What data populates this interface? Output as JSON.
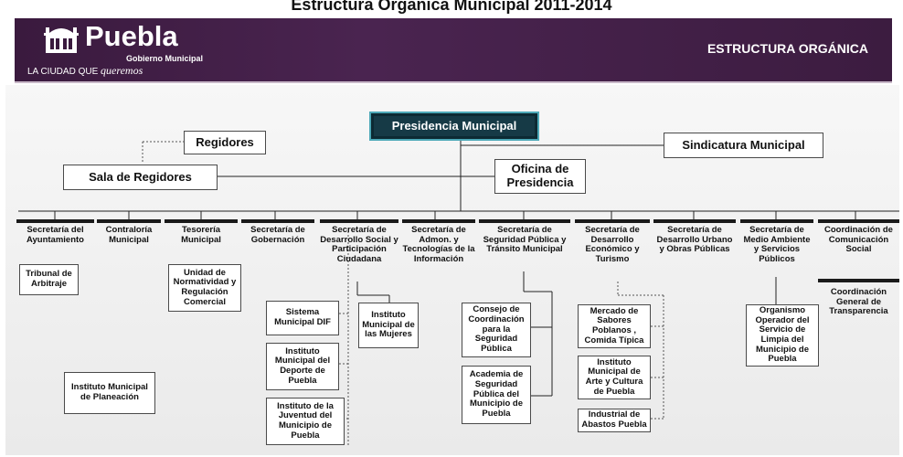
{
  "page_title": "Estructura Organica Municipal 2011-2014",
  "header": {
    "logo_name": "Puebla",
    "logo_sub": "Gobierno Municipal",
    "tagline_prefix": "LA CIUDAD QUE",
    "tagline_script": "queremos",
    "title": "ESTRUCTURA ORGÁNICA"
  },
  "colors": {
    "header_bg": "#3a1a3e",
    "presidency_bg": "#163a46",
    "presidency_border": "#4da9b8"
  },
  "top": {
    "presidencia": "Presidencia Municipal",
    "regidores": "Regidores",
    "sala": "Sala de Regidores",
    "oficina": "Oficina de Presidencia",
    "sindicatura": "Sindicatura Municipal"
  },
  "secretarias": [
    "Secretaría del Ayuntamiento",
    "Contraloría Municipal",
    "Tesorería Municipal",
    "Secretaría de Gobernación",
    "Secretaría de Desarrollo Social y Participación Ciudadana",
    "Secretaría de Admon. y Tecnologías de la Información",
    "Secretaría de Seguridad Pública y Tránsito Municipal",
    "Secretaría de Desarrollo Económico y Turismo",
    "Secretaría de Desarrollo Urbano y Obras Públicas",
    "Secretaría de Medio Ambiente y Servicios Públicos",
    "Coordinación de Comunicación Social",
    "Coordinación General de Transparencia"
  ],
  "units": {
    "tribunal": "Tribunal de Arbitraje",
    "normatividad": "Unidad de Normatividad y Regulación Comercial",
    "planeacion": "Instituto Municipal de Planeación",
    "dif": "Sistema Municipal DIF",
    "deporte": "Instituto Municipal del Deporte de Puebla",
    "juventud": "Instituto de la Juventud del Municipio de Puebla",
    "mujeres": "Instituto Municipal de las Mujeres",
    "consejo": "Consejo de Coordinación para la Seguridad Pública",
    "academia": "Academia de Seguridad Pública del Municipio de Puebla",
    "mercado": "Mercado de Sabores Poblanos , Comida Típica",
    "arte": "Instituto Municipal de Arte y Cultura de Puebla",
    "abastos": "Industrial de Abastos Puebla",
    "organismo": "Organismo Operador del Servicio de Limpia del Municipio de Puebla"
  }
}
